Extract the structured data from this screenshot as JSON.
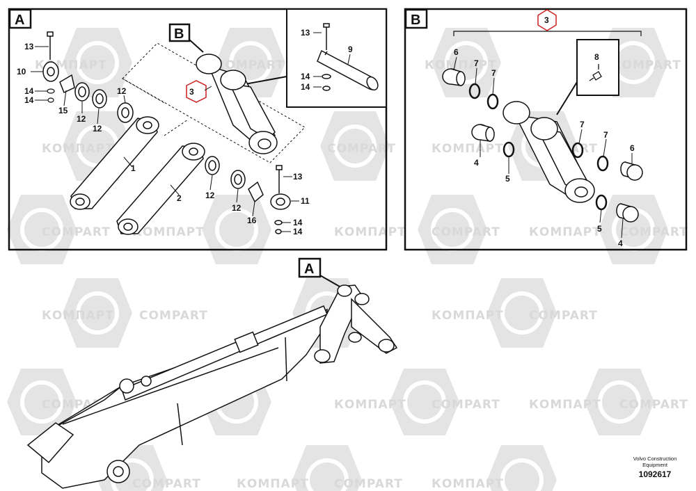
{
  "panels": {
    "a": {
      "label": "A"
    },
    "b": {
      "label": "B"
    }
  },
  "detail_labels": {
    "b_in_a": "B",
    "a_on_boom": "A"
  },
  "callouts": {
    "a_13_top": "13",
    "a_10": "10",
    "a_14_a": "14",
    "a_14_b": "14",
    "a_15": "15",
    "a_12_a": "12",
    "a_12_b": "12",
    "a_12_c": "12",
    "a_1": "1",
    "a_2": "2",
    "a_3": "3",
    "a_12_d": "12",
    "a_12_e": "12",
    "a_16": "16",
    "a_13_right": "13",
    "a_11": "11",
    "a_14_c": "14",
    "a_14_d": "14",
    "inset_13": "13",
    "inset_9": "9",
    "inset_14_a": "14",
    "inset_14_b": "14",
    "b_3": "3",
    "b_6_left": "6",
    "b_7_a": "7",
    "b_7_b": "7",
    "b_8": "8",
    "b_7_c": "7",
    "b_7_d": "7",
    "b_6_right": "6",
    "b_4_left": "4",
    "b_5_left": "5",
    "b_5_right": "5",
    "b_4_right": "4"
  },
  "watermarks": {
    "cyrillic": "КОМПАРТ",
    "latin": "COMPART"
  },
  "footer": {
    "brand_line1": "Volvo Construction",
    "brand_line2": "Equipment",
    "drawing_number": "1092617"
  },
  "colors": {
    "highlight": "#cc1f1f",
    "line": "#111111",
    "watermark": "#d9d9d9"
  }
}
